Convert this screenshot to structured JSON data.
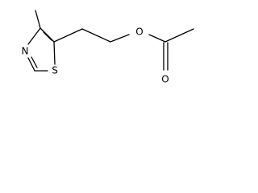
{
  "molecule": {
    "atoms": {
      "oxygen_ester": "O",
      "oxygen_carbonyl": "O",
      "nitrogen": "N",
      "sulfur": "S"
    }
  },
  "colors": {
    "bond": "#000000",
    "background": "#ffffff"
  }
}
